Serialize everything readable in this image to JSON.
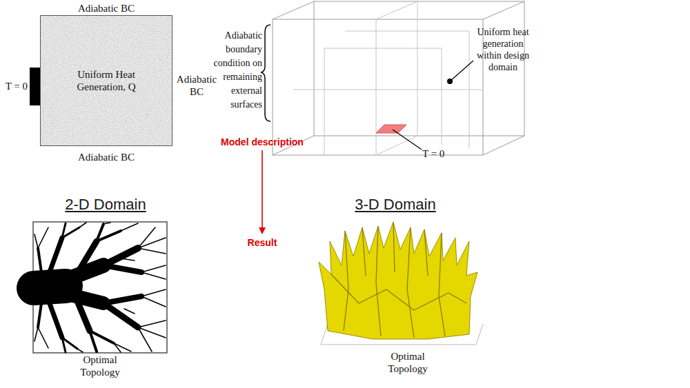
{
  "diagram": {
    "nodes": [
      {
        "text": [
          "Uniform Heat Generation, Q"
        ]
      }
    ],
    "labels": [
      "Adiabatic BC",
      "T = 0",
      "Adiabatic BC",
      "Adiabatic BC",
      "Adiabatic boundary condition on remaining external surfaces",
      "Uniform heat generation within design domain",
      "T = 0",
      "Model description",
      "Result",
      "2-D Domain",
      "3-D Domain",
      "Optimal Topology",
      "Optimal Topology"
    ]
  }
}
